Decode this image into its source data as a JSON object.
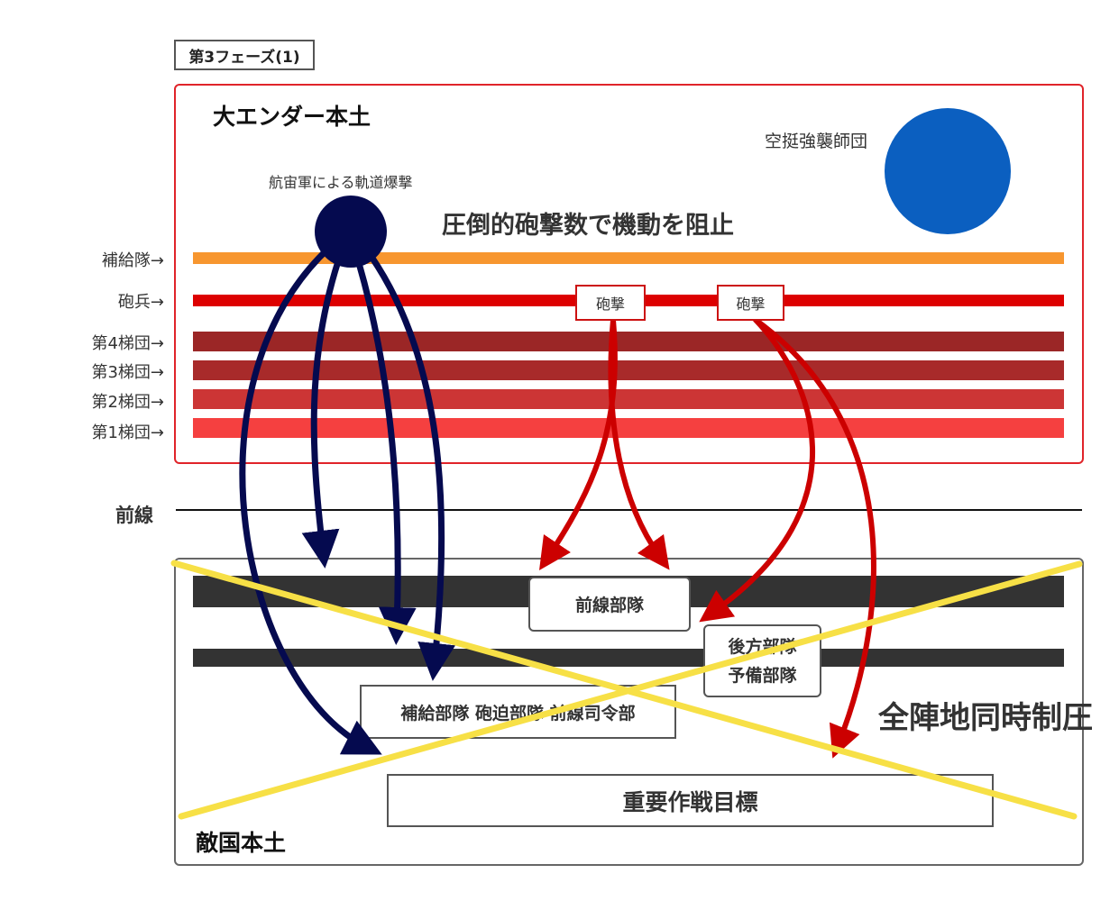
{
  "phase_label": "第3フェーズ(1)",
  "homeland": {
    "title": "大エンダー本土",
    "airborne_label": "空挺強襲師団",
    "orbital_label": "航宙軍による軌道爆撃",
    "artillery_caption": "圧倒的砲撃数で機動を阻止",
    "bombard_labels": [
      "砲撃",
      "砲撃"
    ]
  },
  "formations": [
    {
      "label": "補給隊→",
      "color": "#f7962f"
    },
    {
      "label": "砲兵→",
      "color": "#dd0000"
    },
    {
      "label": "第4梯団→",
      "color": "#9b2626"
    },
    {
      "label": "第3梯団→",
      "color": "#a82a2a"
    },
    {
      "label": "第2梯団→",
      "color": "#cc3535"
    },
    {
      "label": "第1梯団→",
      "color": "#f54040"
    }
  ],
  "front_line_label": "前線",
  "enemy": {
    "title": "敵国本土",
    "front_units_label": "前線部隊",
    "rear_units_line1": "後方部隊",
    "rear_units_line2": "予備部隊",
    "support_units_label": "補給部隊 砲迫部隊 前線司令部",
    "objective_label": "重要作戦目標",
    "suppression_label": "全陣地同時制圧"
  },
  "colors": {
    "home_border": "#e0242a",
    "airborne_circle": "#0b5fc0",
    "orbital_circle": "#050a4f",
    "orbital_arrow": "#050a4f",
    "artillery_arrow": "#cc0000",
    "cross": "#f7e046",
    "enemy_band": "#333333"
  }
}
